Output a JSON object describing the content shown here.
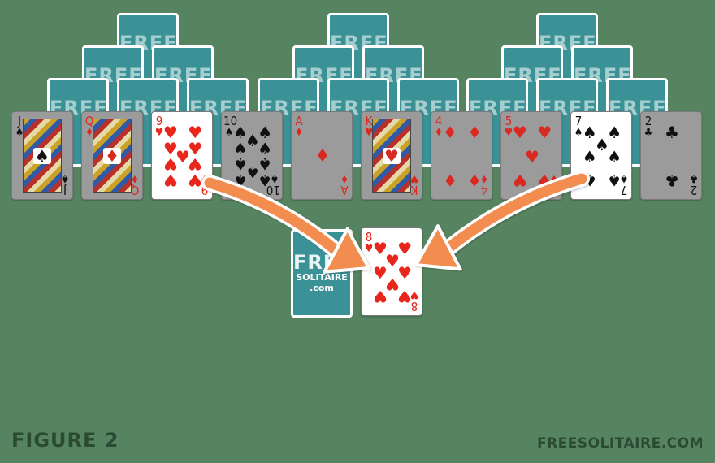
{
  "cardBack": {
    "logo_top": "FREE",
    "logo_bottom_1": "SOLITAIRE",
    "logo_bottom_2": ".com",
    "color": "#3b9296"
  },
  "row4": [
    {
      "rank": "J",
      "suit": "♠",
      "color": "black",
      "court": true
    },
    {
      "rank": "Q",
      "suit": "♦",
      "color": "red",
      "court": true
    },
    {
      "rank": "9",
      "suit": "♥",
      "color": "red",
      "court": false,
      "highlighted": true
    },
    {
      "rank": "10",
      "suit": "♠",
      "color": "black",
      "court": false
    },
    {
      "rank": "A",
      "suit": "♦",
      "color": "red",
      "court": false
    },
    {
      "rank": "K",
      "suit": "♥",
      "color": "red",
      "court": true
    },
    {
      "rank": "4",
      "suit": "♦",
      "color": "red",
      "court": false
    },
    {
      "rank": "5",
      "suit": "♥",
      "color": "red",
      "court": false
    },
    {
      "rank": "7",
      "suit": "♠",
      "color": "black",
      "court": false,
      "highlighted": true
    },
    {
      "rank": "2",
      "suit": "♣",
      "color": "black",
      "court": false
    }
  ],
  "waste": {
    "rank": "8",
    "suit": "♥",
    "color": "red"
  },
  "arrowColor": "#f28c50",
  "footer": {
    "figure": "FIGURE 2",
    "site": "FREESOLITAIRE.COM"
  }
}
